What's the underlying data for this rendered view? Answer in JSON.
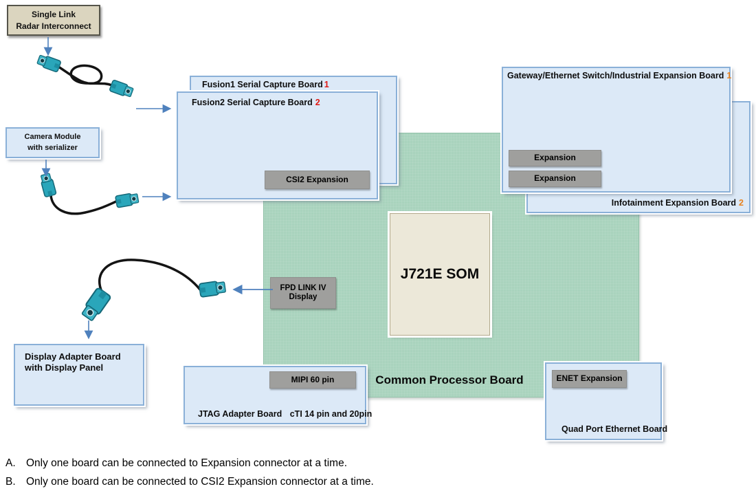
{
  "diagram": {
    "radar_box": {
      "line1": "Single Link",
      "line2": "Radar Interconnect"
    },
    "camera_box": {
      "line1": "Camera Module",
      "line2": "with serializer"
    },
    "fusion1": {
      "label": "Fusion1 Serial Capture Board",
      "number": "1"
    },
    "fusion2": {
      "label": "Fusion2 Serial Capture Board",
      "number": "2",
      "csi2_button": "CSI2 Expansion"
    },
    "gateway": {
      "label": "Gateway/Ethernet Switch/Industrial Expansion Board",
      "number": "1",
      "expansion_button_1": "Expansion",
      "expansion_button_2": "Expansion"
    },
    "infotainment": {
      "label": "Infotainment Expansion Board",
      "number": "2"
    },
    "common_processor_board": {
      "label": "Common Processor Board",
      "som_label": "J721E SOM",
      "fpd_line1": "FPD LINK IV",
      "fpd_line2": "Display"
    },
    "display_adapter": {
      "line1": "Display Adapter Board",
      "line2": "with Display Panel"
    },
    "jtag": {
      "label_board": "JTAG Adapter Board",
      "label_pins": "cTI 14 pin and 20pin",
      "mipi_button": "MIPI 60 pin"
    },
    "quad_port": {
      "label": "Quad Port Ethernet Board",
      "enet_button": "ENET Expansion"
    }
  },
  "notes": {
    "a_letter": "A.",
    "a_text": "Only one board can be connected to Expansion connector at a time.",
    "b_letter": "B.",
    "b_text": "Only one board can be connected to CSI2 Expansion connector at a time."
  },
  "colors": {
    "board_fill": "#dce9f7",
    "board_border": "#8ab0d8",
    "green_board": "#a9d3bd",
    "button_gray": "#9f9f9d",
    "som_fill": "#ece8d9",
    "radar_box_fill": "#dbd5bf",
    "arrow_blue": "#4f81bd",
    "number_red": "#e01812",
    "number_orange": "#e8821e",
    "connector_teal": "#2aa6ba",
    "cable_black": "#141414"
  }
}
